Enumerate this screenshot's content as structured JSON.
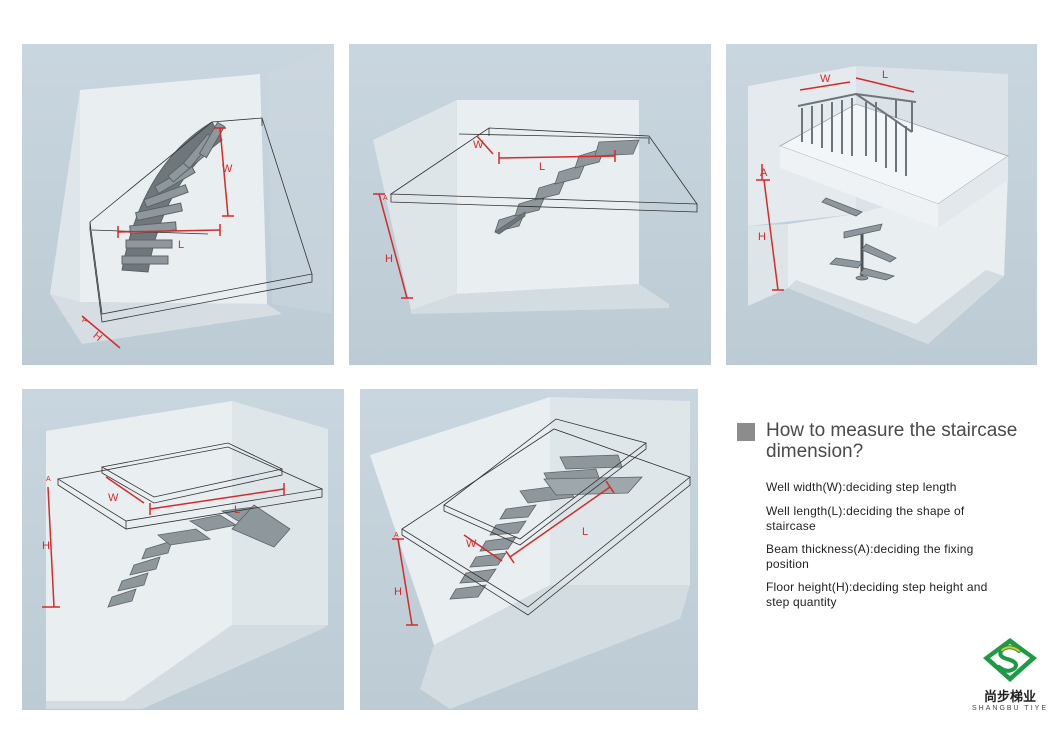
{
  "panels": {
    "p1": {
      "w": "W",
      "l": "L",
      "h": "H",
      "a": "A"
    },
    "p2": {
      "w": "W",
      "l": "L",
      "h": "H",
      "a": "A"
    },
    "p3": {
      "w": "W",
      "l": "L",
      "h": "H",
      "a": "A"
    },
    "p4": {
      "w": "W",
      "l": "L",
      "h": "H",
      "a": "A"
    },
    "p5": {
      "w": "W",
      "l": "L",
      "h": "H",
      "a": "A"
    }
  },
  "info": {
    "heading": "How to measure the staircase dimension?",
    "items": [
      "Well width(W):deciding step length",
      "Well length(L):deciding the shape of staircase",
      "Beam thickness(A):deciding the fixing position",
      "Floor height(H):deciding step height and step quantity"
    ]
  },
  "logo": {
    "chinese": "尚步梯业",
    "english": "SHANGBU TIYE",
    "icon": "shangbu-s-logo-icon"
  },
  "colors": {
    "panel_background": "#c3d1da",
    "dimension_red": "#d42b2b",
    "logo_green": "#1e9a45",
    "logo_yellow": "#e8c21a"
  }
}
